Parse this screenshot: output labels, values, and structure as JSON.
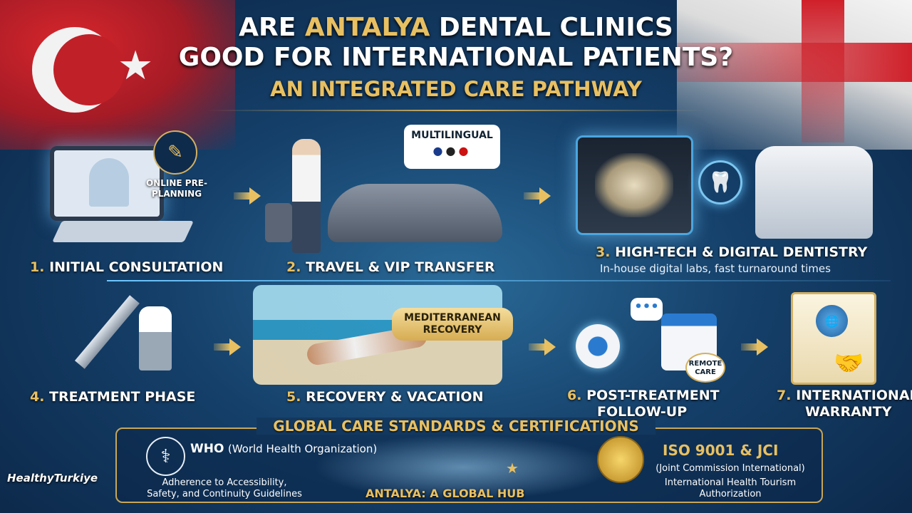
{
  "title": {
    "line1_prefix": "ARE ",
    "line1_highlight": "ANTALYA",
    "line1_suffix": " DENTAL CLINICS",
    "line2": "GOOD FOR INTERNATIONAL PATIENTS?",
    "subtitle": "AN INTEGRATED CARE PATHWAY"
  },
  "colors": {
    "accent_gold": "#e8c062",
    "background_navy": "#15406a",
    "flag_red": "#c02028"
  },
  "steps": [
    {
      "num": "1.",
      "label": "INITIAL CONSULTATION",
      "badge": "ONLINE PRE-PLANNING"
    },
    {
      "num": "2.",
      "label": "TRAVEL & VIP TRANSFER",
      "badge": "MULTILINGUAL"
    },
    {
      "num": "3.",
      "label": "HIGH-TECH & DIGITAL DENTISTRY",
      "sub": "In-house digital labs, fast turnaround times"
    },
    {
      "num": "4.",
      "label": "TREATMENT PHASE"
    },
    {
      "num": "5.",
      "label": "RECOVERY & VACATION",
      "badge": "MEDITERRANEAN RECOVERY"
    },
    {
      "num": "6.",
      "label": "POST-TREATMENT",
      "label2": "FOLLOW-UP",
      "badge": "REMOTE CARE"
    },
    {
      "num": "7.",
      "label": "INTERNATIONAL",
      "label2": "WARRANTY"
    }
  ],
  "certifications": {
    "title": "GLOBAL CARE STANDARDS & CERTIFICATIONS",
    "who": {
      "name": "WHO",
      "full": "(World Health Organization)",
      "desc": "Adherence to Accessibility, Safety, and Continuity Guidelines"
    },
    "hub": "ANTALYA: A GLOBAL HUB",
    "iso": {
      "name": "ISO 9001 & JCI",
      "full": "(Joint Commission International)",
      "desc": "International Health Tourism Authorization"
    }
  },
  "logo": "HealthyTurkiye"
}
